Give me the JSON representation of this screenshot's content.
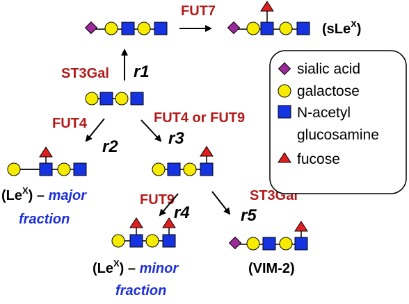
{
  "colors": {
    "sialic": "#9b2a9b",
    "galactose": "#f7ec00",
    "glcnac": "#1533e0",
    "fucose": "#e01e1e",
    "enzyme_label": "#b31b1b",
    "fraction_label": "#1c2fd6"
  },
  "enzymes": {
    "fut7": "FUT7",
    "st3gal_top": "ST3Gal",
    "fut4_left": "FUT4",
    "fut4_or_fut9": "FUT4 or FUT9",
    "fut9": "FUT9",
    "st3gal_right": "ST3Gal"
  },
  "reactions": {
    "r1": "r1",
    "r2": "r2",
    "r3": "r3",
    "r4": "r4",
    "r5": "r5"
  },
  "products": {
    "slex_open": "(sLe",
    "slex_sup": "X",
    "slex_close": ")",
    "lex_major_open": "(Le",
    "lex_major_sup": "X",
    "lex_major_close": ") – ",
    "lex_major_word": "major",
    "lex_major_fraction": "fraction",
    "lex_minor_open": "(Le",
    "lex_minor_sup": "X",
    "lex_minor_close": ") – ",
    "lex_minor_word": "minor",
    "lex_minor_fraction": "fraction",
    "vim2": "(VIM-2)"
  },
  "legend": {
    "items": [
      {
        "icon": "diamond-purple",
        "label": "sialic acid"
      },
      {
        "icon": "circle-yellow",
        "label": "galactose"
      },
      {
        "icon": "square-blue",
        "label": "N-acetyl"
      },
      {
        "icon": "none",
        "label": "glucosamine"
      },
      {
        "icon": "triangle-red",
        "label": "fucose"
      }
    ]
  }
}
